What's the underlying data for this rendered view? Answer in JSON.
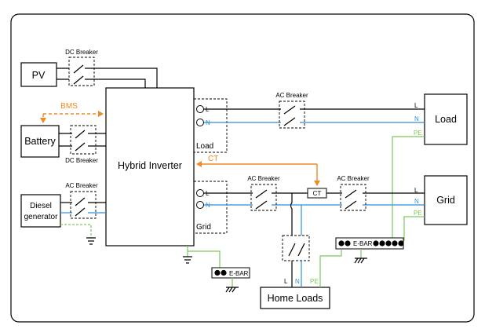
{
  "blocks": {
    "pv": "PV",
    "battery": "Battery",
    "diesel_line1": "Diesel",
    "diesel_line2": "generator",
    "inverter": "Hybrid Inverter",
    "load": "Load",
    "grid": "Grid",
    "home_loads": "Home Loads"
  },
  "breakers": {
    "dc_top": "DC Breaker",
    "dc_bottom": "DC Breaker",
    "ac_diesel": "AC Breaker",
    "ac_load": "AC Breaker",
    "ac_grid_left": "AC Breaker",
    "ac_grid_right": "AC Breaker"
  },
  "signals": {
    "bms": "BMS",
    "ct": "CT",
    "ct_box": "CT"
  },
  "terminals": {
    "load_block": "Load",
    "grid_block": "Grid",
    "L": "L",
    "N": "N",
    "PE": "PE"
  },
  "ebar": {
    "label": "E-BAR"
  },
  "colors": {
    "line": "#000000",
    "neutral": "#2f8fd8",
    "earth": "#7cc95a",
    "signal": "#f08a24"
  }
}
